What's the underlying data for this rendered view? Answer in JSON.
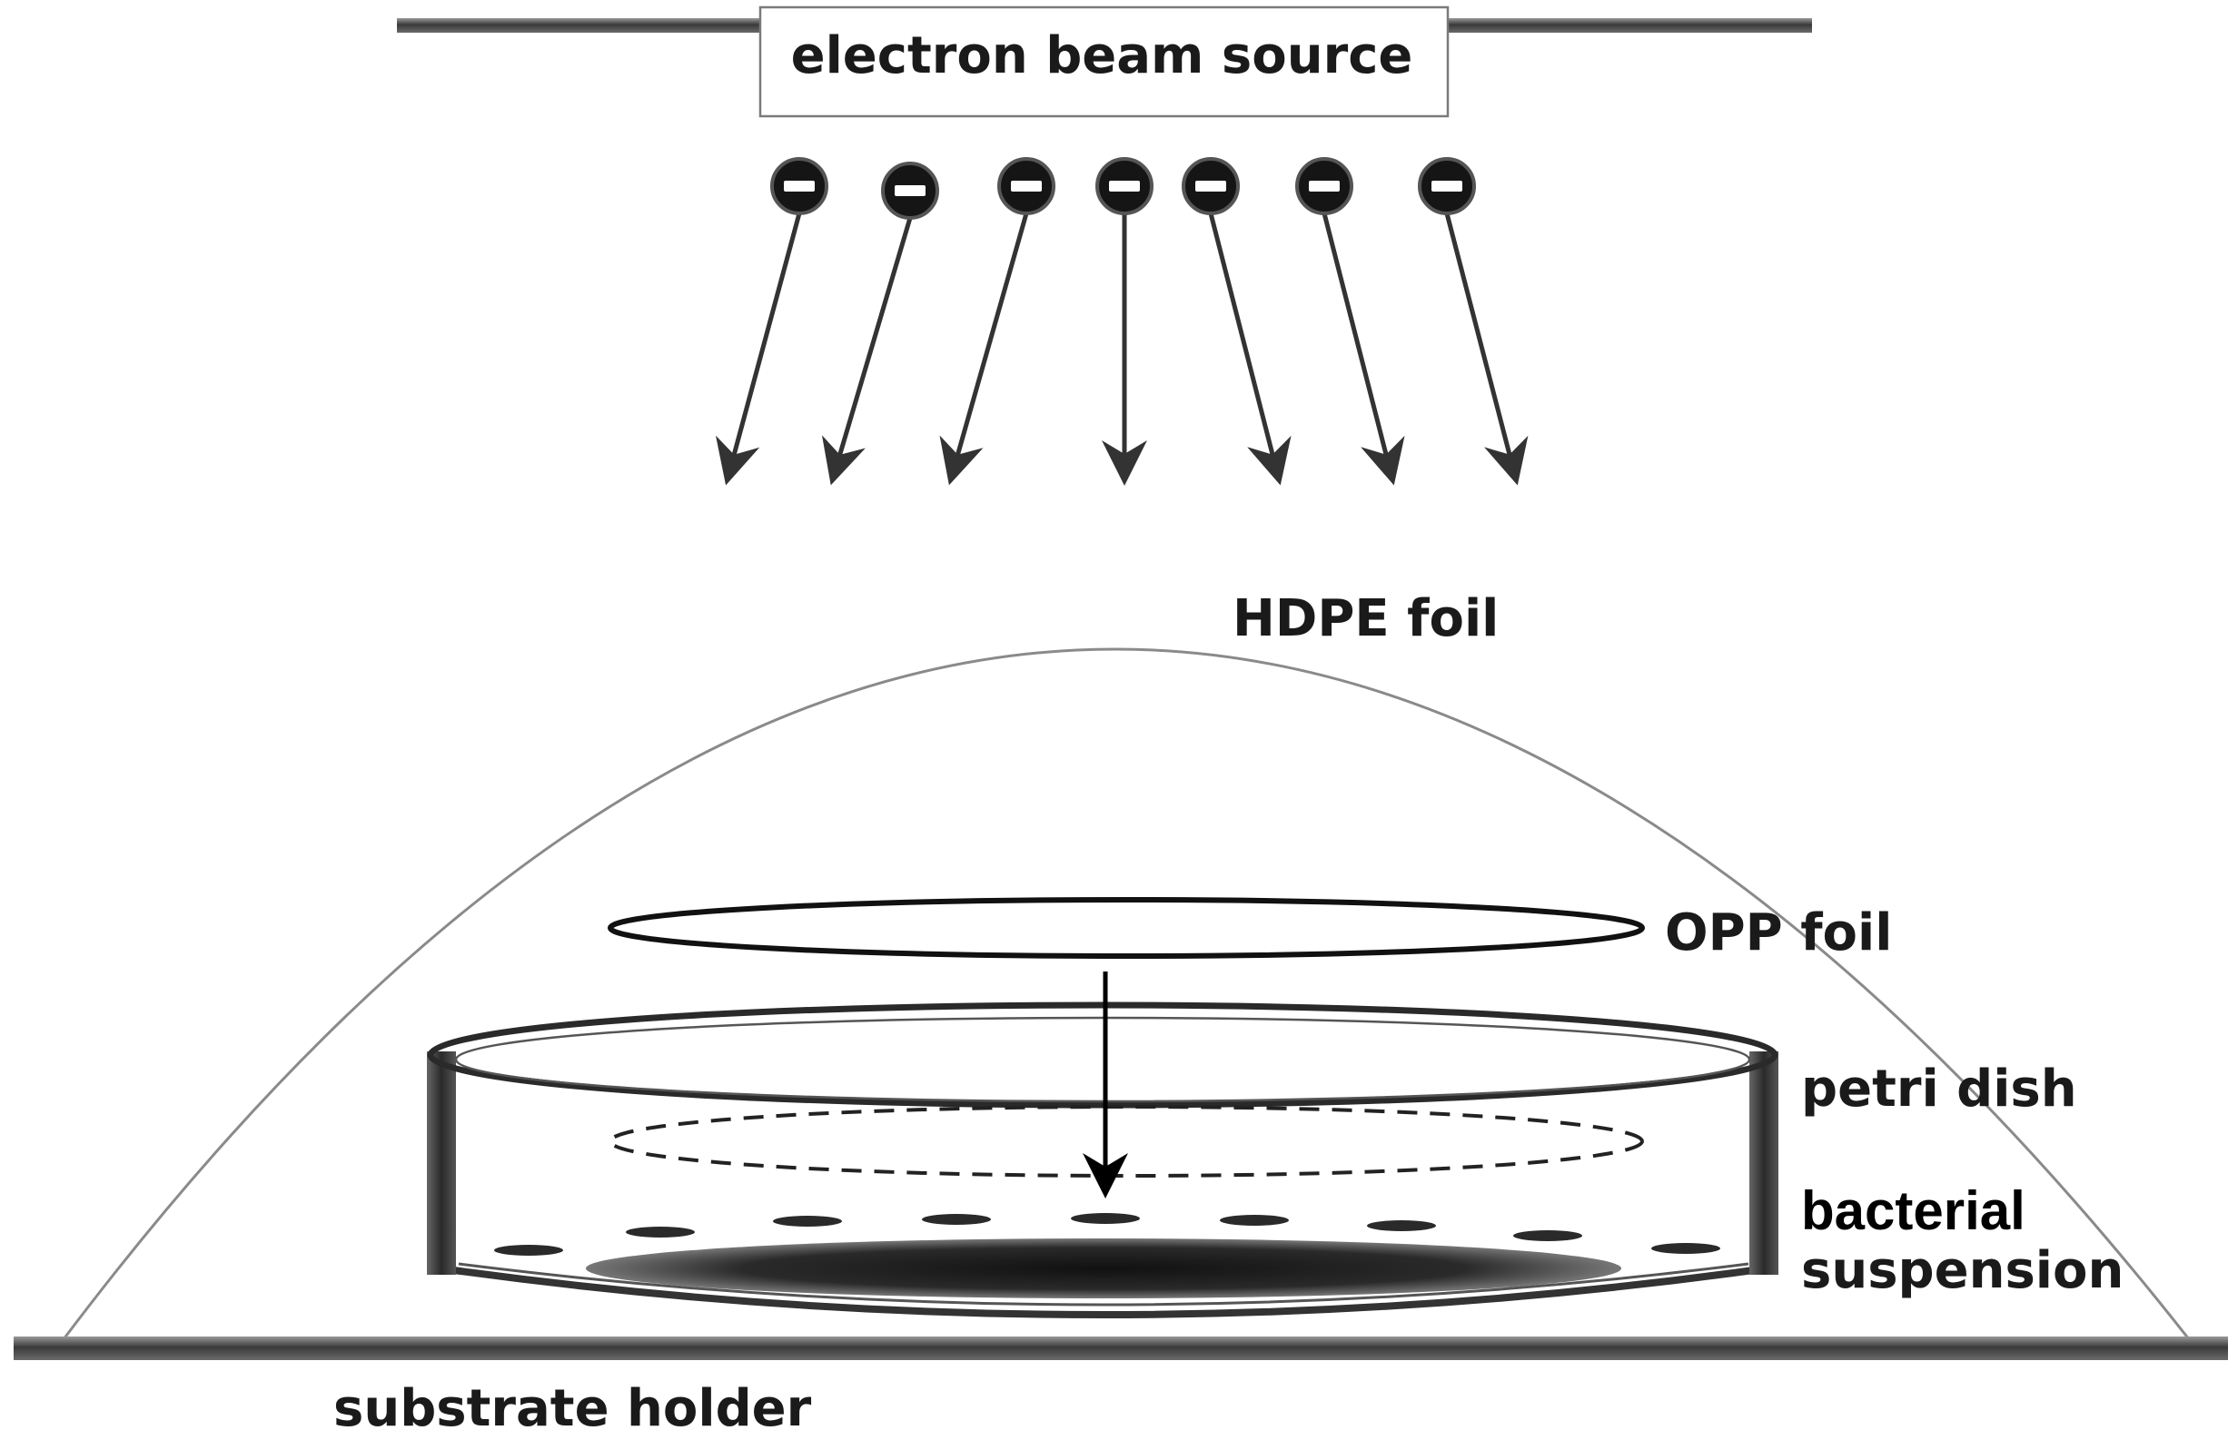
{
  "labels": {
    "source": "electron beam source",
    "hdpe": "HDPE foil",
    "opp": "OPP foil",
    "petri": "petri dish",
    "bacterial_line1": "bacterial",
    "bacterial_line2": "suspension",
    "substrate": "substrate holder"
  },
  "electrons": {
    "count": 7,
    "charge_symbol": "minus"
  },
  "colors": {
    "ink": "#1a1a1a",
    "dome": "#8a8a8a",
    "wall": "#3a3a3a"
  }
}
